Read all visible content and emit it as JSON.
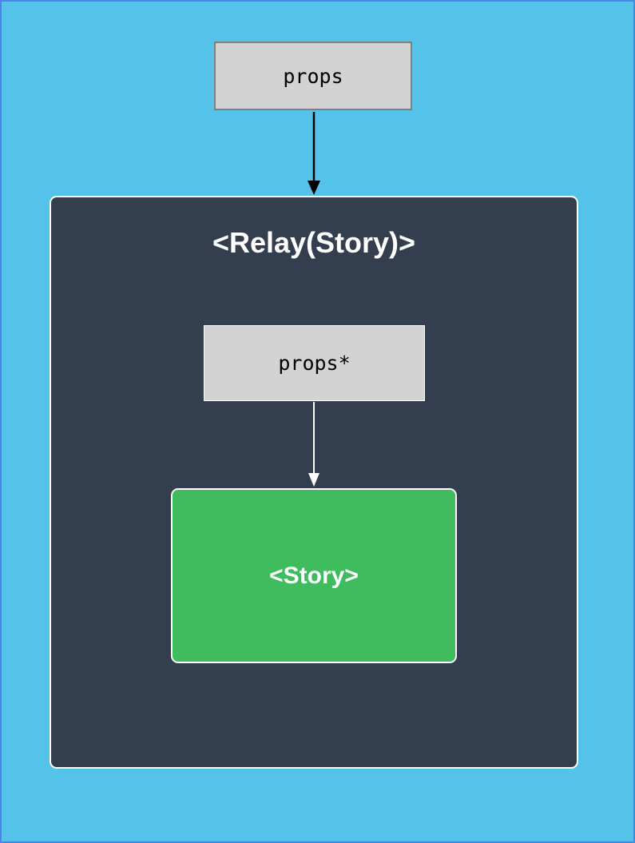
{
  "diagram": {
    "outer_input_label": "props",
    "container_title": "<Relay(Story)>",
    "inner_input_label": "props*",
    "inner_component_label": "<Story>"
  },
  "colors": {
    "page_background": "#55c3e9",
    "page_border": "#4a86e8",
    "container_background": "#333e4e",
    "container_border": "#ffffff",
    "component_background": "#3ebc5e",
    "label_box_background": "#d3d3d3",
    "label_box_border": "#7f7f7f",
    "arrow_outer": "#000000",
    "arrow_inner": "#ffffff",
    "title_text": "#ffffff",
    "label_text": "#000000"
  }
}
